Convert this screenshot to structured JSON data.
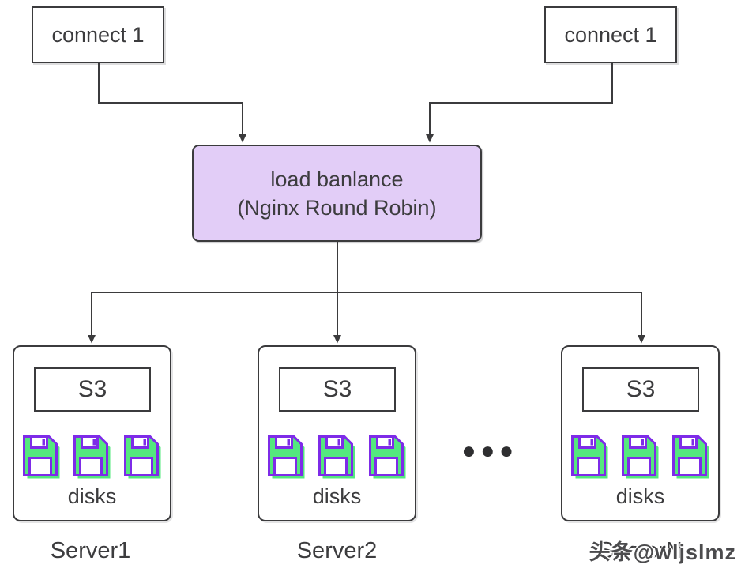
{
  "colors": {
    "line": "#3b3b3d",
    "text": "#3c3c3e",
    "load_balancer_fill": "#e2cdf7",
    "disk_green": "#54e87e",
    "disk_purple": "#7e2be8"
  },
  "top_connections": [
    {
      "label": "connect 1"
    },
    {
      "label": "connect 1"
    }
  ],
  "load_balancer": {
    "line1": "load banlance",
    "line2": "(Nginx Round Robin)"
  },
  "servers": [
    {
      "name": "Server1",
      "s3_label": "S3",
      "disks_label": "disks"
    },
    {
      "name": "Server2",
      "s3_label": "S3",
      "disks_label": "disks"
    },
    {
      "name": "ServerN",
      "s3_label": "S3",
      "disks_label": "disks"
    }
  ],
  "more_servers_indicator": "●●●",
  "watermark": "头条@wljslmz"
}
